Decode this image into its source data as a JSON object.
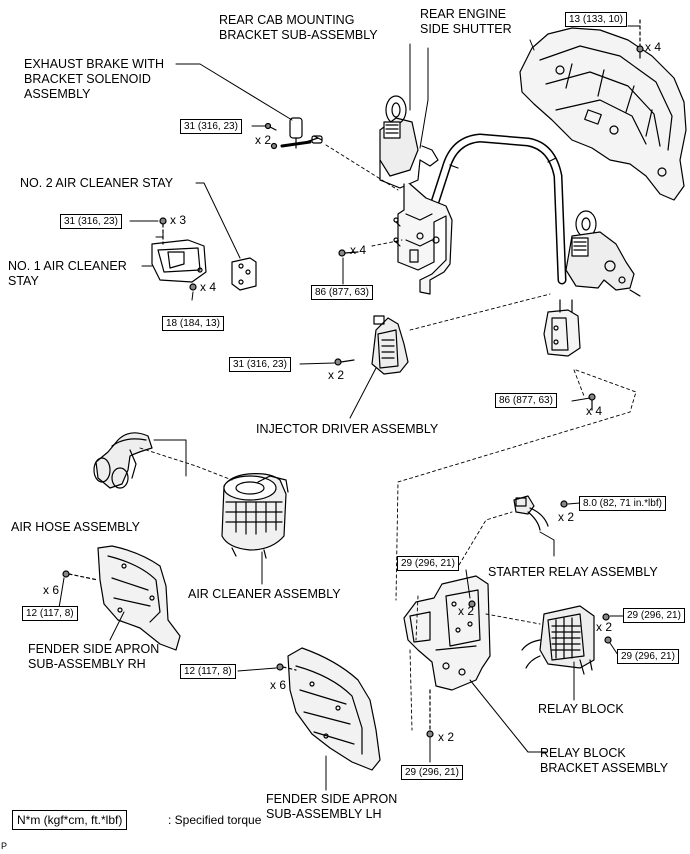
{
  "labels": {
    "rear_cab_mounting": [
      "REAR CAB MOUNTING",
      "BRACKET SUB-ASSEMBLY"
    ],
    "rear_engine_side_shutter": [
      "REAR ENGINE",
      "SIDE SHUTTER"
    ],
    "exhaust_brake": [
      "EXHAUST BRAKE WITH",
      "BRACKET SOLENOID",
      "ASSEMBLY"
    ],
    "no2_air_cleaner_stay": "NO. 2 AIR CLEANER STAY",
    "no1_air_cleaner_stay": [
      "NO. 1 AIR CLEANER",
      "STAY"
    ],
    "injector_driver": "INJECTOR DRIVER ASSEMBLY",
    "air_hose": "AIR HOSE ASSEMBLY",
    "air_cleaner": "AIR CLEANER ASSEMBLY",
    "starter_relay": "STARTER RELAY ASSEMBLY",
    "fender_apron_rh": [
      "FENDER SIDE APRON",
      "SUB-ASSEMBLY RH"
    ],
    "relay_block": "RELAY BLOCK",
    "relay_block_bracket": [
      "RELAY BLOCK",
      "BRACKET ASSEMBLY"
    ],
    "fender_apron_lh": [
      "FENDER SIDE APRON",
      "SUB-ASSEMBLY LH"
    ]
  },
  "torques": {
    "shutter": "13 (133, 10)",
    "exhaust_brake": "31 (316, 23)",
    "no2_stay": "31 (316, 23)",
    "no1_stay": "18 (184, 13)",
    "rear_cab_left": "86 (877, 63)",
    "injector": "31 (316, 23)",
    "rear_cab_right": "86 (877, 63)",
    "starter_relay": "8.0 (82, 71 in.*lbf)",
    "bracket_top": "29 (296, 21)",
    "relay_block_upper": "29 (296, 21)",
    "relay_block_lower": "29 (296, 21)",
    "bracket_bottom": "29 (296, 21)",
    "apron_rh": "12 (117, 8)",
    "apron_lh": "12 (117, 8)"
  },
  "quantities": {
    "shutter": "x 4",
    "exhaust_brake": "x 2",
    "no2_stay": "x 3",
    "no1_stay": "x 4",
    "rear_cab_left": "x 4",
    "injector": "x 2",
    "rear_cab_right": "x 4",
    "starter_relay": "x 2",
    "bracket_top": "x 2",
    "relay_block": "x 2",
    "bracket_bottom": "x 2",
    "apron_rh": "x 6",
    "apron_lh": "x 6"
  },
  "legend": {
    "unit": "N*m (kgf*cm, ft.*lbf)",
    "text": ": Specified torque"
  },
  "page_mark": "P"
}
